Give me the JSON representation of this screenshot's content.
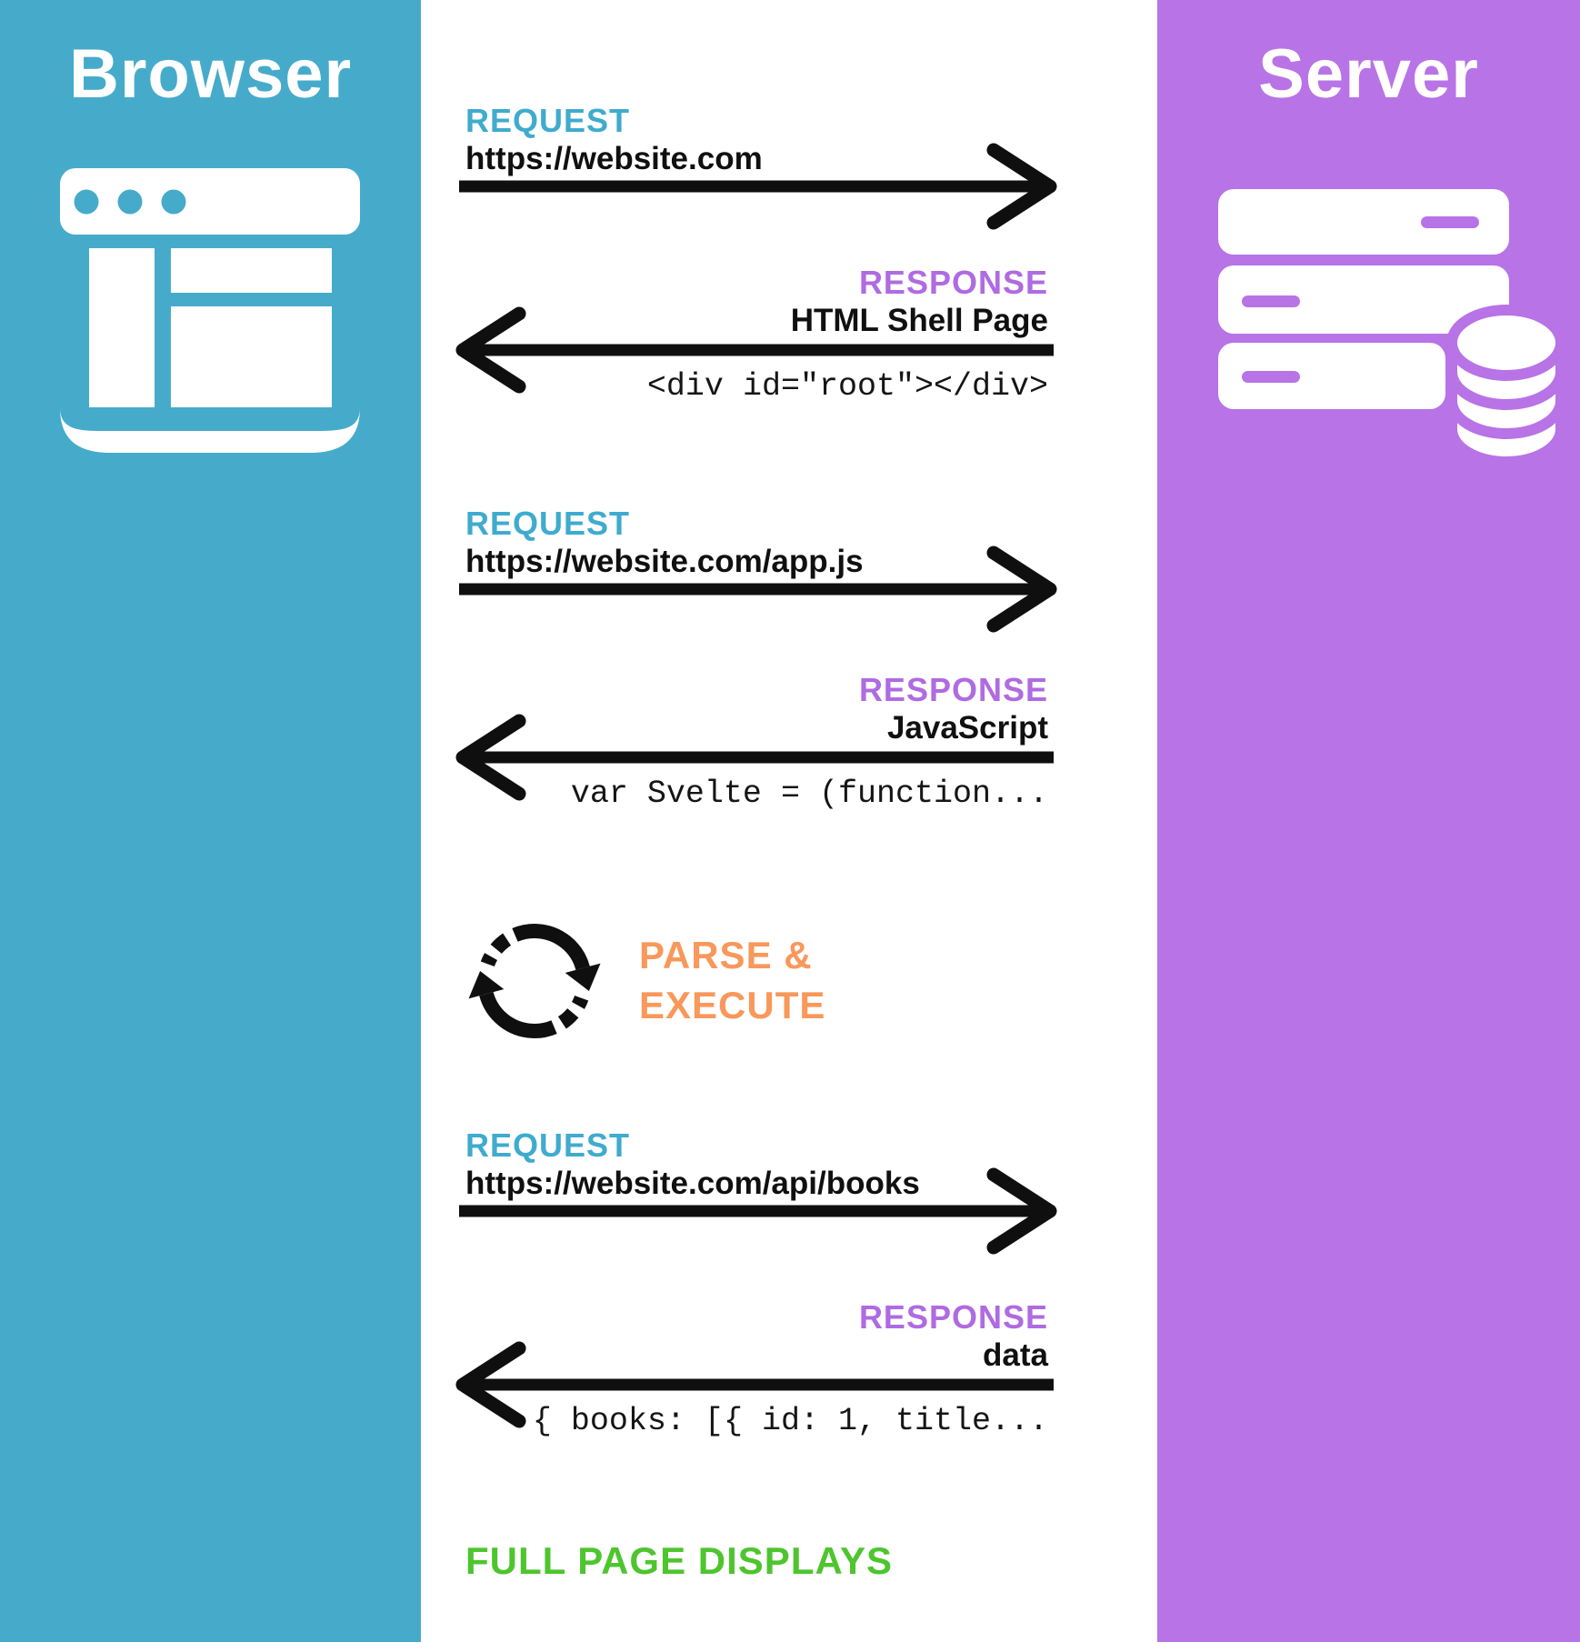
{
  "columns": {
    "browser": {
      "title": "Browser",
      "color": "#46ABCB"
    },
    "server": {
      "title": "Server",
      "color": "#B873E6"
    }
  },
  "steps": [
    {
      "kind": "request",
      "label": "REQUEST",
      "url": "https://website.com"
    },
    {
      "kind": "response",
      "label": "RESPONSE",
      "payload": "HTML Shell Page",
      "code": "<div id=\"root\"></div>"
    },
    {
      "kind": "request",
      "label": "REQUEST",
      "url": "https://website.com/app.js"
    },
    {
      "kind": "response",
      "label": "RESPONSE",
      "payload": "JavaScript",
      "code": "var Svelte = (function..."
    },
    {
      "kind": "process",
      "line1": "PARSE &",
      "line2": "EXECUTE"
    },
    {
      "kind": "request",
      "label": "REQUEST",
      "url": "https://website.com/api/books"
    },
    {
      "kind": "response",
      "label": "RESPONSE",
      "payload": "data",
      "code": "{ books: [{ id: 1, title..."
    },
    {
      "kind": "status",
      "label": "FULL PAGE DISPLAYS"
    }
  ],
  "colors": {
    "request_blue": "#3FABCE",
    "response_purple": "#AF6BE2",
    "process_orange": "#F8985B",
    "status_green": "#4EC52F",
    "arrow_black": "#0F0F0F",
    "icon_white": "#FFFFFF"
  }
}
